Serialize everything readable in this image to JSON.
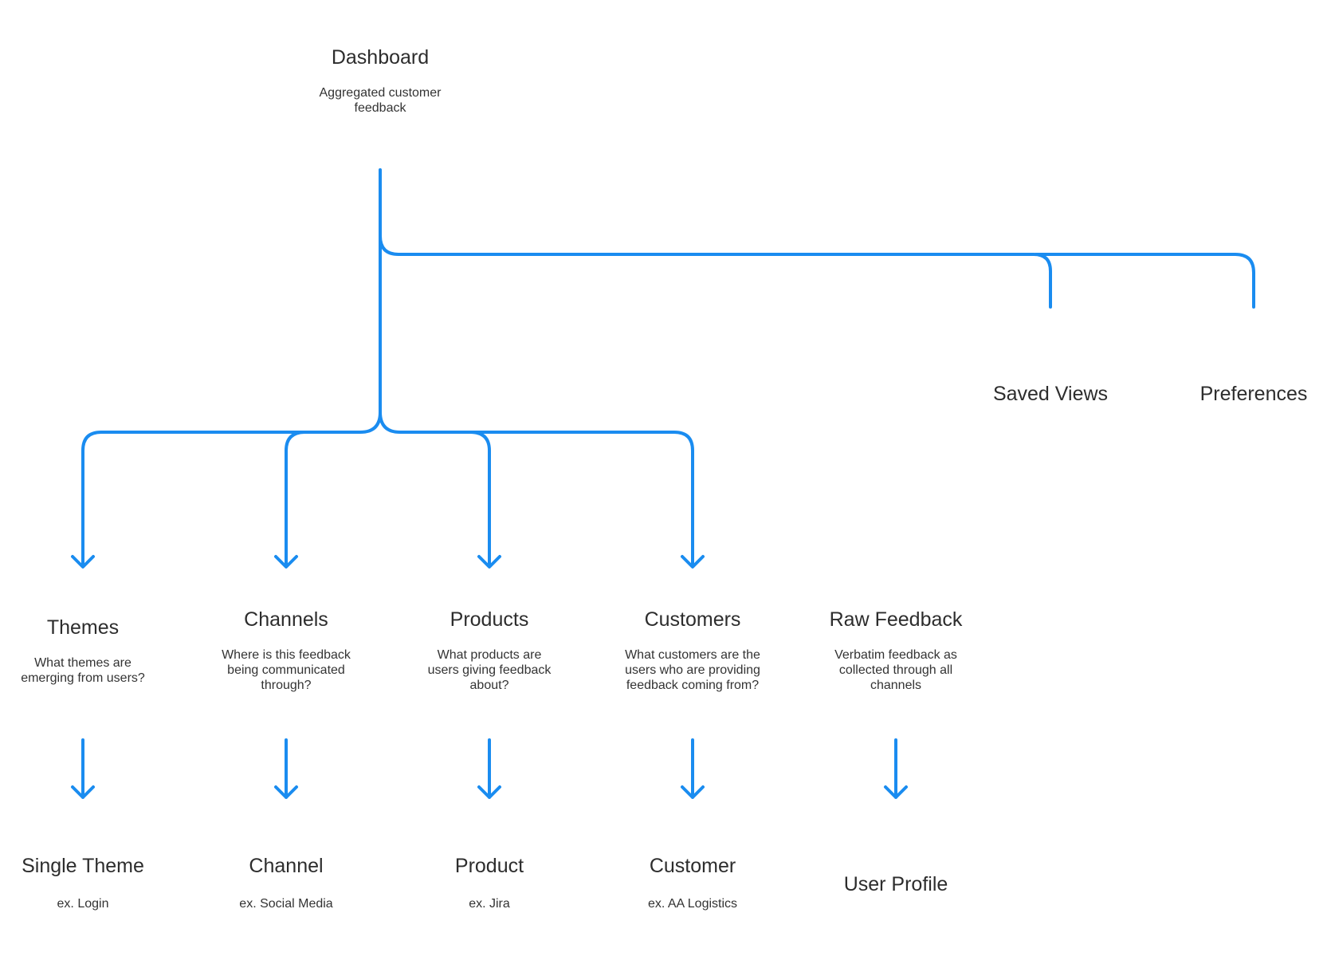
{
  "colors": {
    "connector": "#1a8cf0",
    "text": "#2d2d2d"
  },
  "root": {
    "title": "Dashboard",
    "description": "Aggregated customer feedback"
  },
  "side_nodes": [
    {
      "title": "Saved Views"
    },
    {
      "title": "Preferences"
    }
  ],
  "sections": [
    {
      "title": "Themes",
      "description": "What themes are emerging from users?"
    },
    {
      "title": "Channels",
      "description": "Where is this feedback being communicated through?"
    },
    {
      "title": "Products",
      "description": "What products are users giving feedback about?"
    },
    {
      "title": "Customers",
      "description": "What customers are the users who are providing feedback coming from?"
    },
    {
      "title": "Raw Feedback",
      "description": "Verbatim feedback as collected through all channels"
    }
  ],
  "details": [
    {
      "title": "Single Theme",
      "example": "ex. Login"
    },
    {
      "title": "Channel",
      "example": "ex. Social Media"
    },
    {
      "title": "Product",
      "example": "ex. Jira"
    },
    {
      "title": "Customer",
      "example": "ex. AA Logistics"
    },
    {
      "title": "User Profile"
    }
  ]
}
